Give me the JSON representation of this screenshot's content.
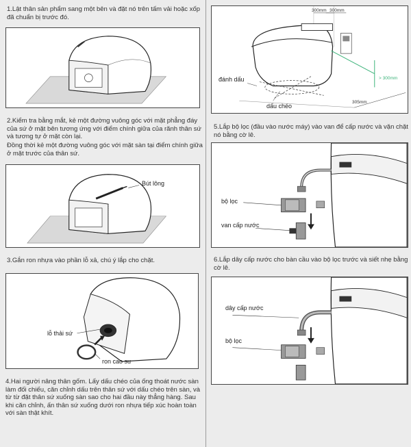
{
  "steps": {
    "s1": "1.Lật thân sản phẩm sang một bên và đặt nó trên tấm vải hoặc xốp đã chuẩn bị trước đó.",
    "s2a": "2.Kiểm tra bằng mắt, kẻ một đường vuông góc với mặt phẳng đáy của sứ ở mặt bên tương ứng với điểm chính giữa của rãnh thân sứ và tương tự ở mặt còn lại.",
    "s2b": "Đồng thời kẻ một đường vuông góc với mặt sàn tại điểm chính giữa ở mặt trước của thân sứ.",
    "s3": "3.Gắn ron nhựa vào phần lỗ xả, chú ý lắp cho chặt.",
    "s4": "4.Hai người nâng thân gốm. Lấy dấu chéo của ống thoát nước sàn làm đối chiếu, căn chỉnh dấu trên thân sứ với dấu chéo trên sàn, và từ từ đặt thân sứ xuống sàn sao cho hai đầu này thẳng hàng. Sau khi căn chỉnh, ấn thân sứ xuống dưới ron nhựa tiếp xúc hoàn toàn với sàn thật khít.",
    "s5": "5.Lắp bộ lọc (đầu vào nước máy) vào van để cấp nước và vặn chặt nó bằng cờ lê.",
    "s6": "6.Lắp dây cấp nước cho bàn cầu vào bộ lọc trước và siết nhẹ bằng cờ lê."
  },
  "labels": {
    "marker": "Bút lông",
    "drain_hole": "lỗ thải sứ",
    "rubber_ring": "ron cao su",
    "mark": "đánh dấu",
    "cross_mark": "dấu chéo",
    "dim_300a": "300mm",
    "dim_300b": "300mm",
    "dim_gt300": "> 300mm",
    "dim_305": "305mm",
    "filter_5": "bộ lọc",
    "supply_valve": "van cấp nước",
    "supply_hose": "dây cấp nước",
    "filter_6": "bộ lọc"
  },
  "colors": {
    "accent_green": "#3cb37a",
    "panel_border": "#444444",
    "background": "#ececec"
  }
}
